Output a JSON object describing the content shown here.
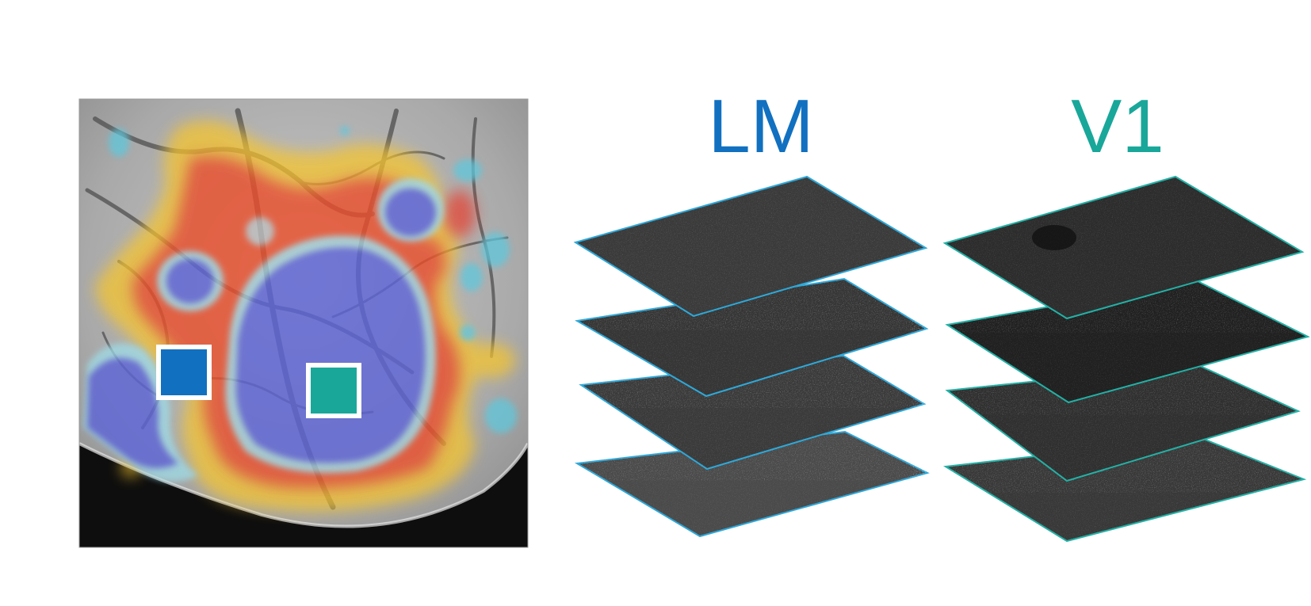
{
  "labels": {
    "lm": "LM",
    "v1": "V1"
  },
  "colors": {
    "lm": "#1170c0",
    "v1": "#19a79a",
    "plane_edge_lm": "#2aa7d8",
    "plane_edge_v1": "#1fb0a5",
    "heatmap_hot": "#e83a2a",
    "heatmap_warm": "#f6c52f",
    "heatmap_cool": "#5a5fd6"
  },
  "stacks": {
    "lm": {
      "plane_count": 4
    },
    "v1": {
      "plane_count": 4
    }
  },
  "icons": {
    "brain_map": "widefield-retinotopy-image",
    "lm_marker": "square-marker",
    "v1_marker": "square-marker"
  }
}
